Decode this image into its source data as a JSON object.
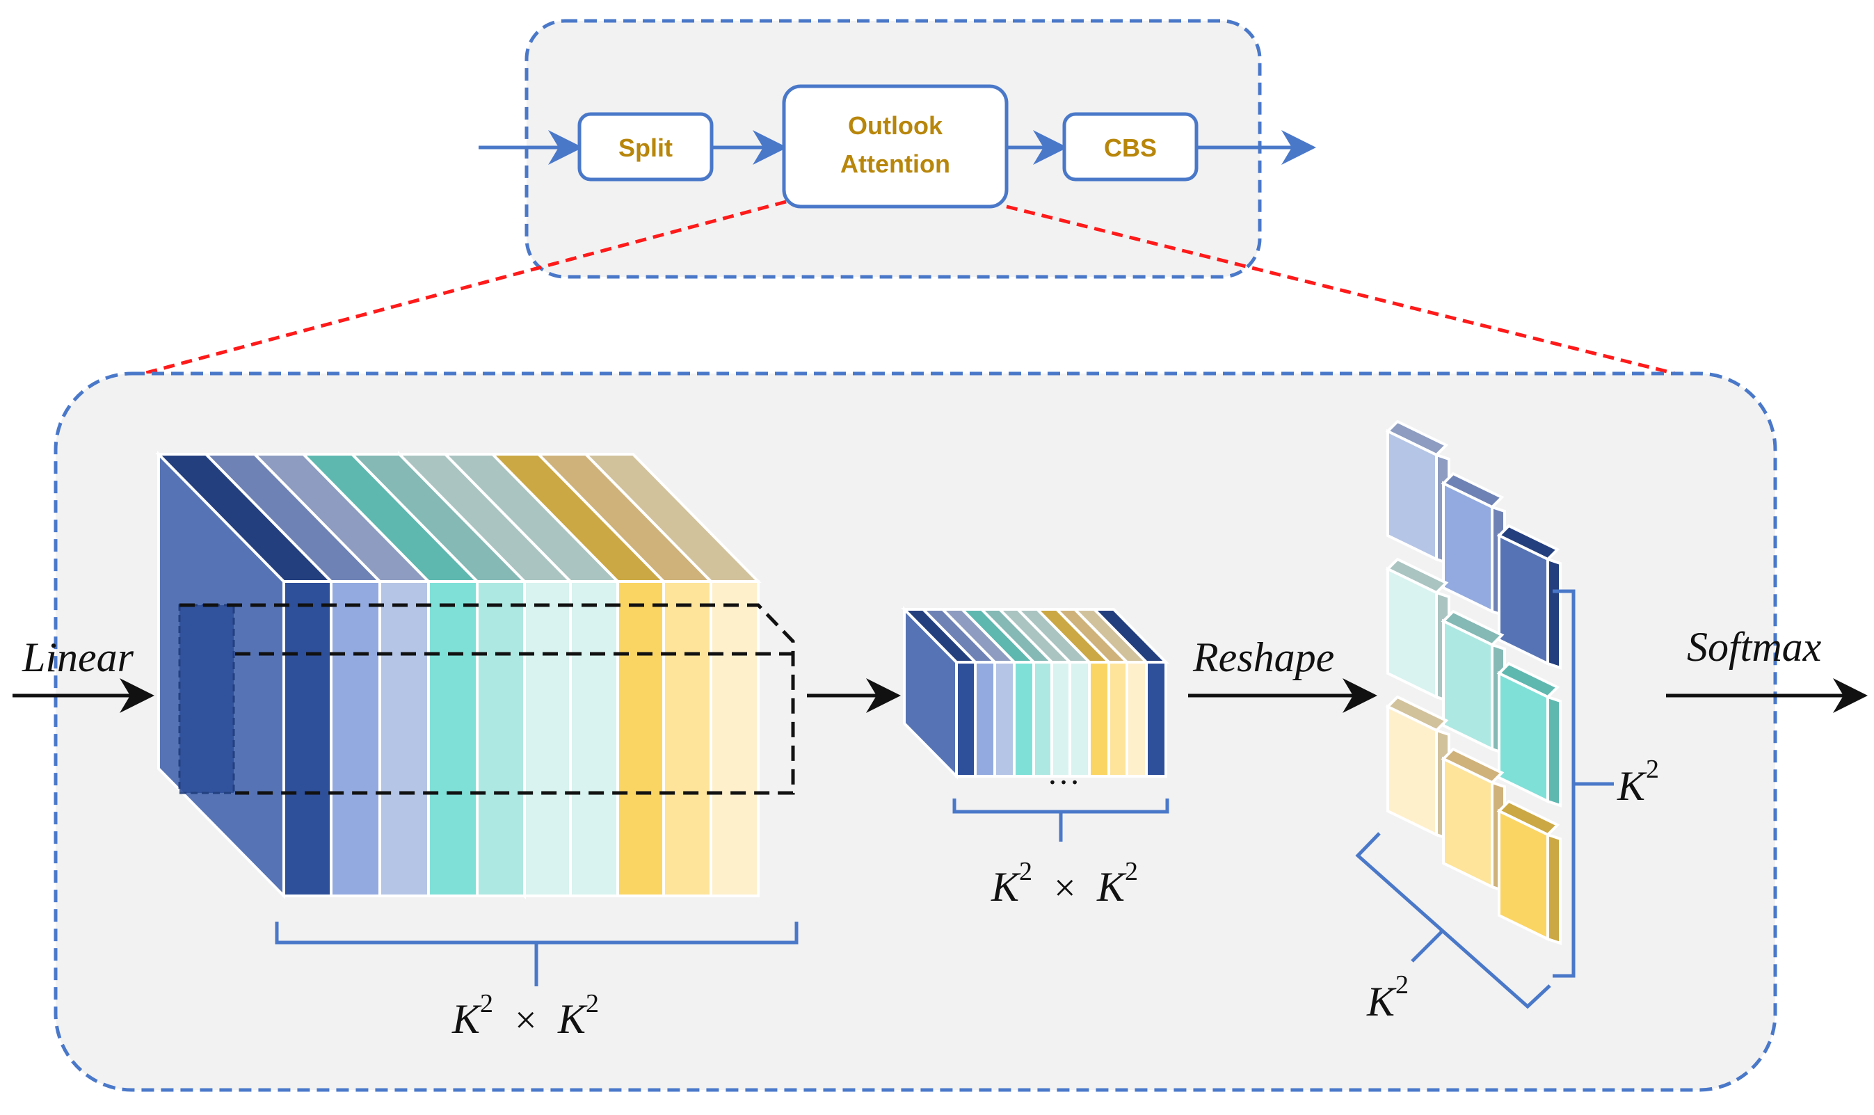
{
  "top_module": {
    "split_label": "Split",
    "outlook_label_line1": "Outlook",
    "outlook_label_line2": "Attention",
    "cbs_label": "CBS"
  },
  "detail": {
    "linear_label": "Linear",
    "reshape_label": "Reshape",
    "softmax_label": "Softmax",
    "k": "K",
    "power": "2",
    "times": "×",
    "ellipsis": "…"
  },
  "colors": {
    "accent_blue": "#4a78c9",
    "label_gold": "#b8860b",
    "zoom_red": "#ff1a1a",
    "panel_bg": "#f2f2f2"
  }
}
